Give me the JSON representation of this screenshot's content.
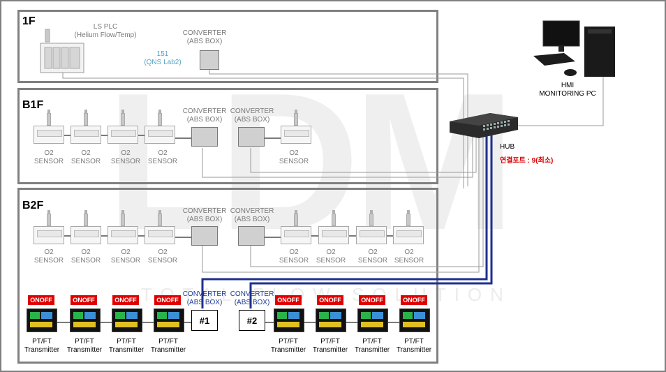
{
  "watermark": {
    "logo": "LDM",
    "sub": "TOTAL FLOW SOLUTION"
  },
  "floors": {
    "f1": "1F",
    "b1": "B1F",
    "b2": "B2F"
  },
  "plc": {
    "line1": "LS PLC",
    "line2": "(Helium Flow/Temp)"
  },
  "lab": {
    "line1": "151",
    "line2": "(QNS Lab2)"
  },
  "converter": {
    "line1": "CONVERTER",
    "line2": "(ABS BOX)"
  },
  "sensor": {
    "line1": "O2",
    "line2": "SENSOR"
  },
  "transmitter": {
    "line1": "PT/FT",
    "line2": "Transmitter",
    "button": "ONOFF"
  },
  "boxes": {
    "b1": "#1",
    "b2": "#2"
  },
  "hub": {
    "label": "HUB",
    "note": "연결포트 : 9(최소)"
  },
  "pc": {
    "line1": "HMI",
    "line2": "MONITORING PC"
  },
  "colors": {
    "frame": "#808080",
    "cable_blue": "#1f2f8f",
    "accent_red": "#e00000"
  }
}
